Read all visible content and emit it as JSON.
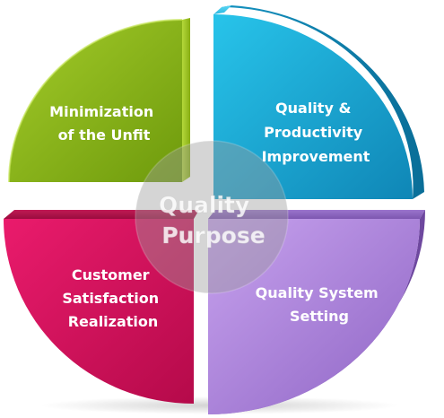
{
  "diagram": {
    "center": {
      "lines": [
        "Quality",
        "Purpose"
      ]
    },
    "quadrants": [
      {
        "id": "top-left",
        "lines": [
          "Minimization",
          "of the Unfit"
        ],
        "color": "#86b214"
      },
      {
        "id": "top-right",
        "lines": [
          "Quality &",
          "Productivity",
          "Improvement"
        ],
        "color": "#1aaed4"
      },
      {
        "id": "bottom-left",
        "lines": [
          "Customer",
          "Satisfaction",
          "Realization"
        ],
        "color": "#de1160"
      },
      {
        "id": "bottom-right",
        "lines": [
          "Quality System",
          "Setting"
        ],
        "color": "#a77fd2"
      }
    ]
  }
}
